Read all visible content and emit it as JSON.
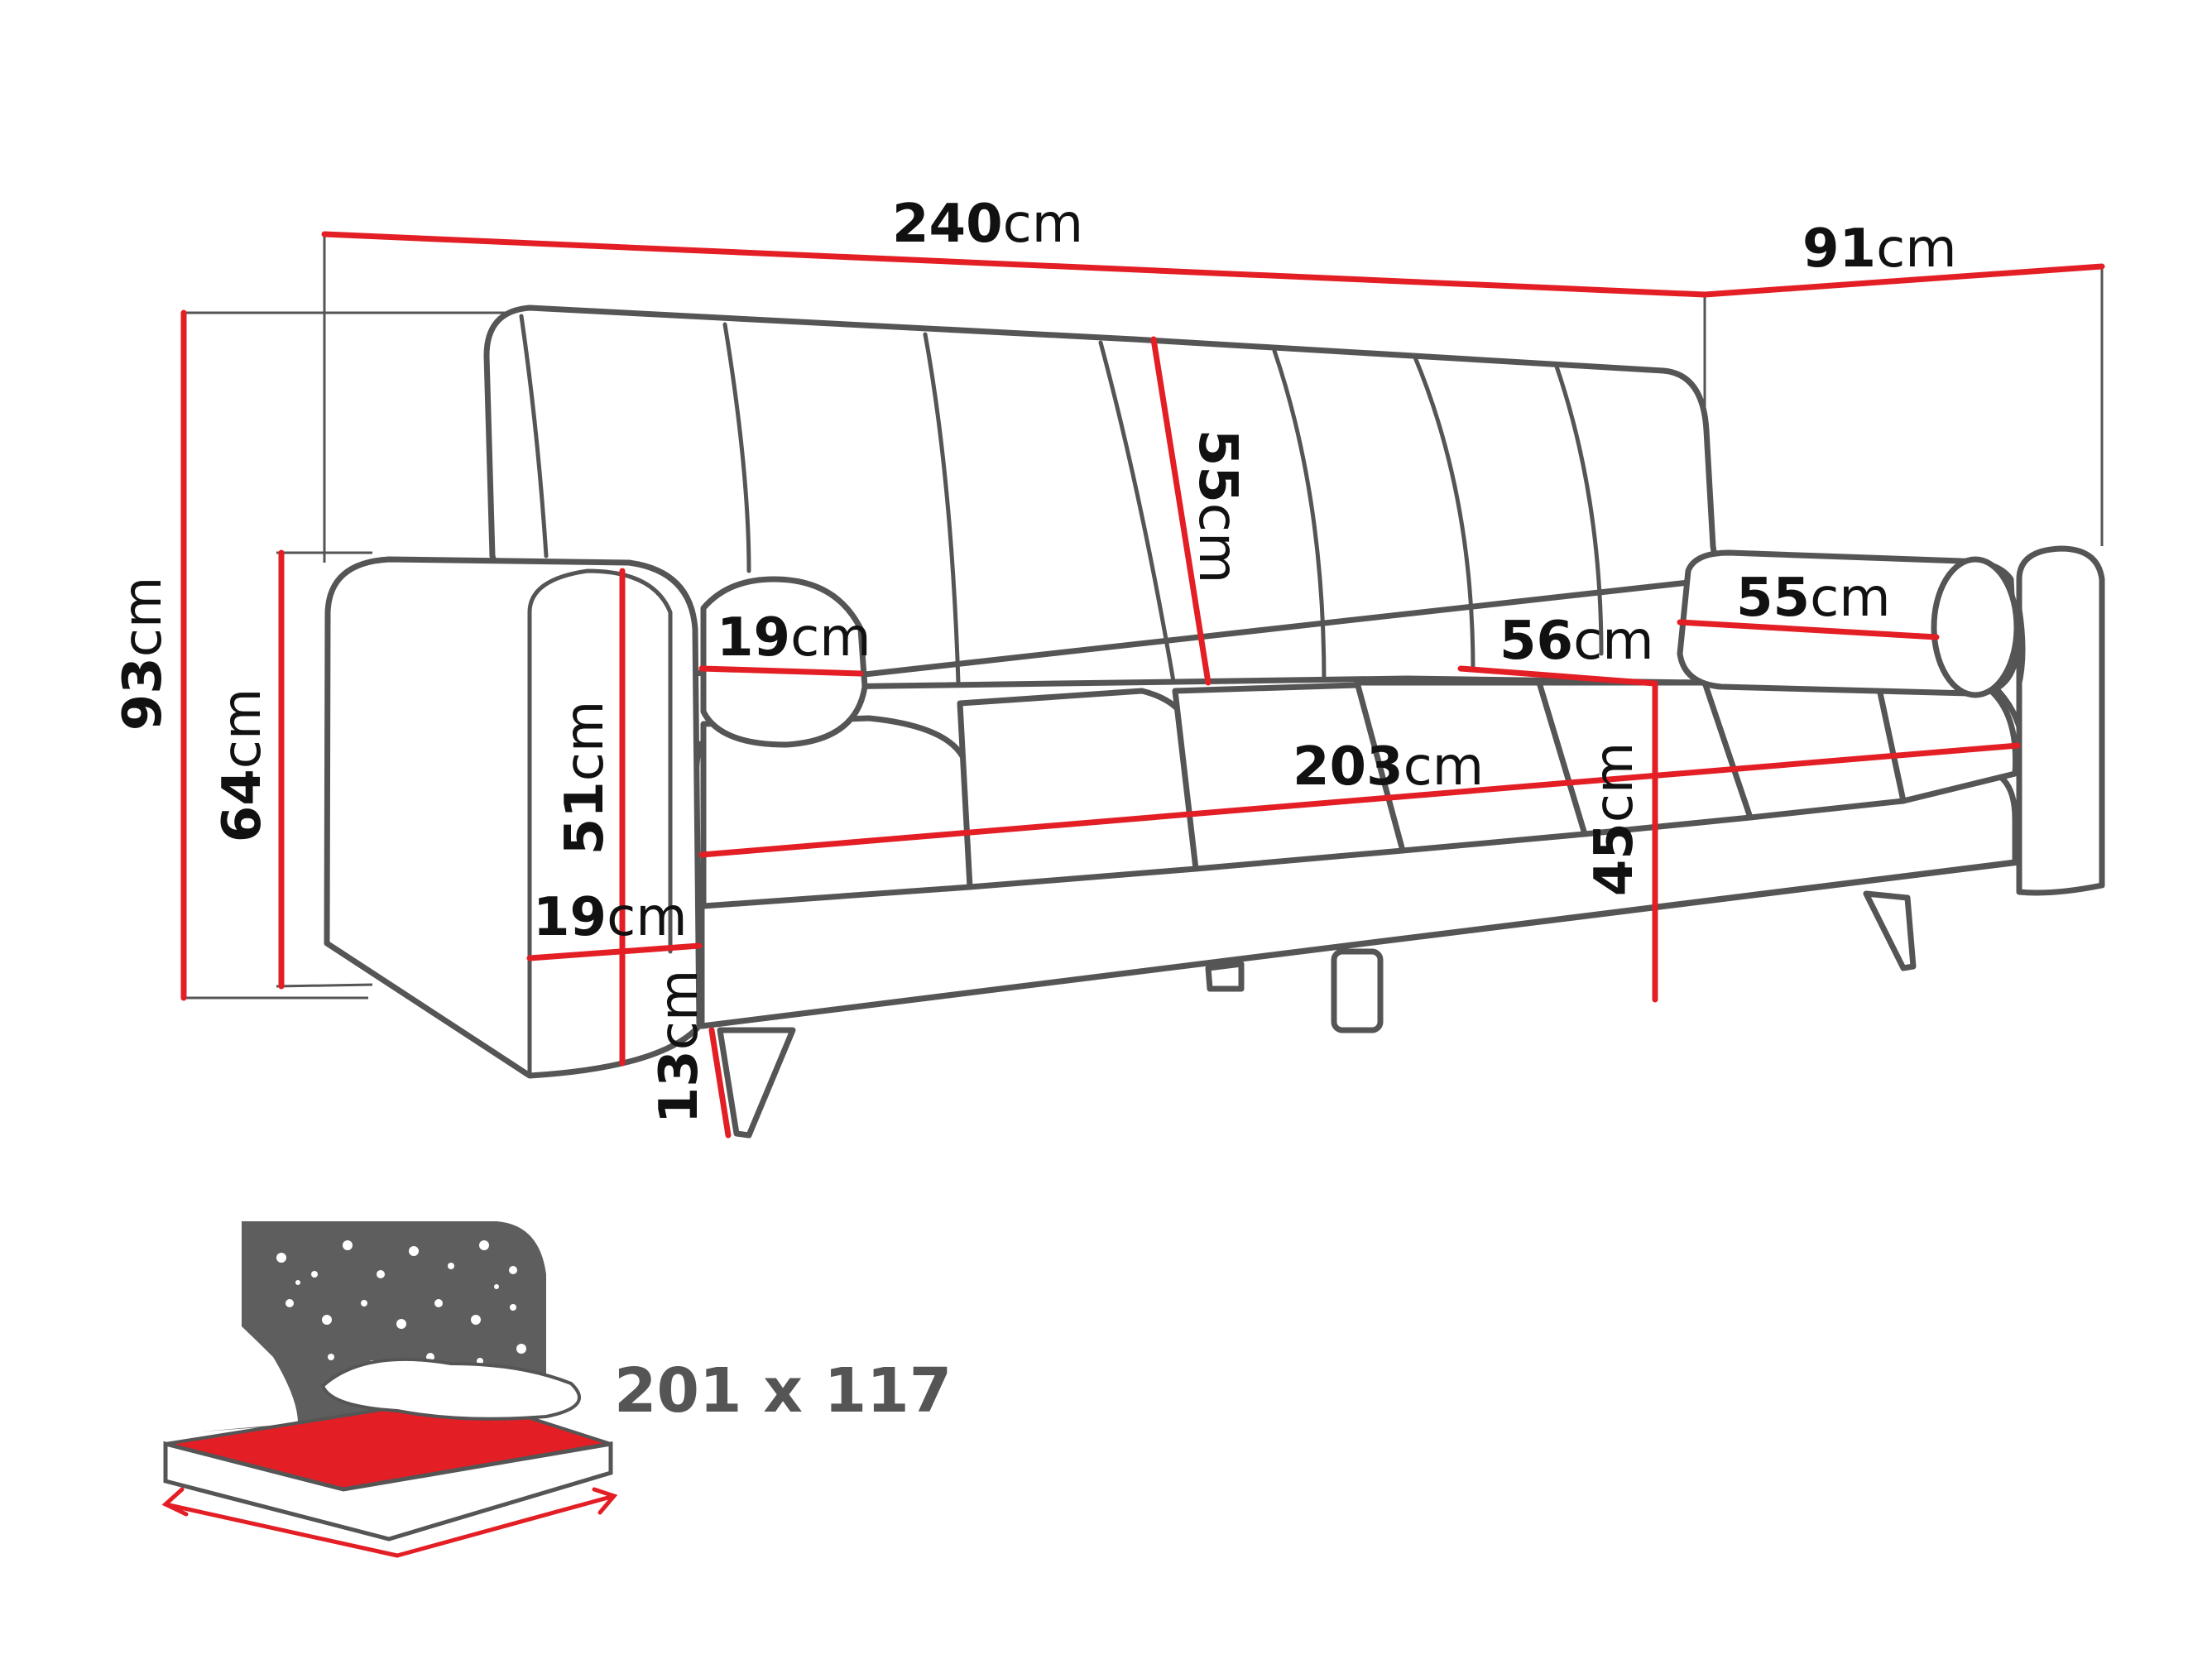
{
  "colors": {
    "dimension_line": "#e31e24",
    "outline": "#555555",
    "text": "#111111",
    "bed_icon_dark": "#5e5e5e",
    "bed_icon_red": "#e31e24"
  },
  "unit": "cm",
  "dimensions": {
    "total_width": "240",
    "depth": "91",
    "total_height": "93",
    "armrest_height": "64",
    "backrest_height": "55",
    "bolster_diameter": "19",
    "bolster_length": "55",
    "armrest_inner_height": "51",
    "armrest_width": "19",
    "leg_height": "13",
    "seat_width": "203",
    "seat_depth": "56",
    "seat_height": "45"
  },
  "sleeping_area": {
    "icon": "bed-night-sky-icon",
    "size_text": "201 x 117"
  }
}
